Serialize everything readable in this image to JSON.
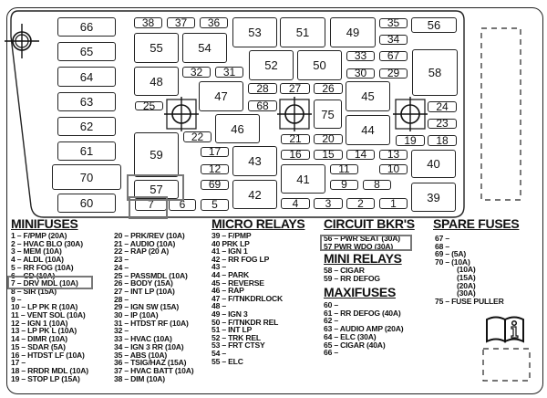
{
  "diagram": {
    "boxes": [
      "66",
      "65",
      "64",
      "63",
      "62",
      "61",
      "70",
      "60",
      "38",
      "37",
      "36",
      "53",
      "51",
      "49",
      "35",
      "34",
      "56",
      "55",
      "54",
      "52",
      "50",
      "33",
      "67",
      "30",
      "29",
      "58",
      "32",
      "31",
      "48",
      "28",
      "27",
      "26",
      "45",
      "47",
      "25",
      "68",
      "75",
      "24",
      "23",
      "44",
      "46",
      "22",
      "21",
      "20",
      "19",
      "18",
      "59",
      "17",
      "43",
      "16",
      "15",
      "14",
      "13",
      "40",
      "12",
      "11",
      "10",
      "41",
      "69",
      "42",
      "9",
      "8",
      "39",
      "57",
      "7",
      "6",
      "5",
      "4",
      "3",
      "2",
      "1"
    ],
    "highlight_color": "#777777"
  },
  "legend": {
    "minifuses": {
      "title": "MINIFUSES",
      "col1": [
        "1 – F/PMP (20A)",
        "2 – HVAC BLO (30A)",
        "3 – MEM (10A)",
        "4 – ALDL (10A)",
        "5 – RR FOG (10A)",
        "6 – CD (10A)",
        "7 – DRV MDL (10A)",
        "8 – SIR (15A)",
        "9 –",
        "10 – LP PK R (10A)",
        "11 – VENT SOL (10A)",
        "12 – IGN 1 (10A)",
        "13 – LP PK L (10A)",
        "14 – DIMR (10A)",
        "15 – SDAR (5A)",
        "16 – HTDST LF (10A)",
        "17 –",
        "18 – RRDR MDL (10A)",
        "19 – STOP LP (15A)"
      ],
      "col2": [
        "20 – PRK/REV (10A)",
        "21 – AUDIO (10A)",
        "22 – RAP (20 A)",
        "23 –",
        "24 –",
        "25 – PASSMDL (10A)",
        "26 – BODY (15A)",
        "27 – INT LP (10A)",
        "28 –",
        "29 – IGN SW (15A)",
        "30 – IP (10A)",
        "31 – HTDST RF (10A)",
        "32 –",
        "33 – HVAC (10A)",
        "34 – IGN 3 RR (10A)",
        "35 – ABS (10A)",
        "36 – TSIG/HAZ (15A)",
        "37 – HVAC BATT (10A)",
        "38 – DIM (10A)"
      ]
    },
    "micro_relays": {
      "title": "MICRO RELAYS",
      "items": [
        "39 – F/PMP",
        "40   PRK LP",
        "41 – IGN 1",
        "42 – RR FOG LP",
        "43 –",
        "44 – PARK",
        "45 – REVERSE",
        "46 – RAP",
        "47 – F/TNKDRLOCK",
        "48 –",
        "49 – IGN 3",
        "50 – F/TNKDR REL",
        "51 – INT LP",
        "52 – TRK REL",
        "53 – FRT CTSY",
        "54 –",
        "55 – ELC"
      ]
    },
    "circuit_breakers": {
      "title": "CIRCUIT BKR'S",
      "items": [
        "56 – PWR SEAT (30A)",
        "57   PWR WDO (30A)"
      ]
    },
    "mini_relays": {
      "title": "MINI RELAYS",
      "items": [
        "58 – CIGAR",
        "59 – RR DEFOG"
      ]
    },
    "maxifuses": {
      "title": "MAXIFUSES",
      "items": [
        "60 –",
        "61 – RR DEFOG (40A)",
        "62 –",
        "63 – AUDIO AMP (20A)",
        "64 – ELC (30A)",
        "65 – CIGAR (40A)",
        "66 –"
      ]
    },
    "spare_fuses": {
      "title": "SPARE FUSES",
      "items": [
        "67 –",
        "68 –",
        "69 – (5A)",
        "70 – (10A)",
        "(10A)",
        "(15A)",
        "(20A)",
        "(30A)",
        "75 – FUSE PULLER"
      ]
    }
  }
}
